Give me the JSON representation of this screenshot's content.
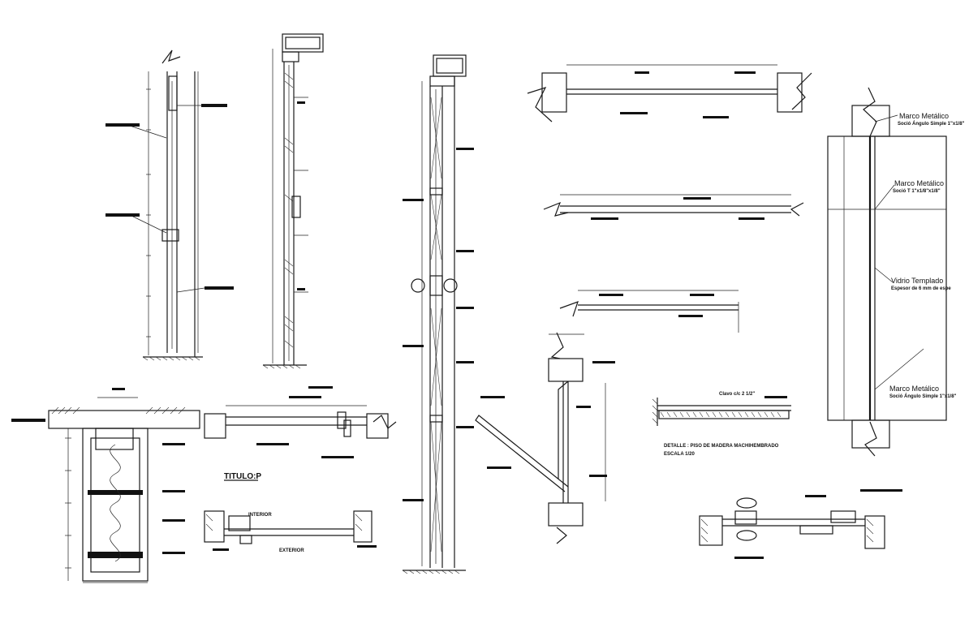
{
  "labels": {
    "marco_1": "Marco Metálico",
    "marco_1_sub": "Soció Ángulo Simple 1\"x1/8\"",
    "marco_2": "Marco Metálico",
    "marco_2_sub": "Soció T 1\"x1/8\"x1/8\"",
    "vidrio": "Vidrio Templado",
    "vidrio_sub": "Espesor de 6 mm de espe",
    "marco_3": "Marco Metálico",
    "marco_3_sub": "Soció Ángulo Simple 1\"x1/8\"",
    "titulo": "TITULO:P",
    "interior": "INTERIOR",
    "exterior": "EXTERIOR",
    "detalle_piso": "DETALLE : PISO DE MADERA MACHIHEMBRADO",
    "detalle_escala": "ESCALA 1/20",
    "clavo": "Clavo c/c 2 1/2\""
  }
}
